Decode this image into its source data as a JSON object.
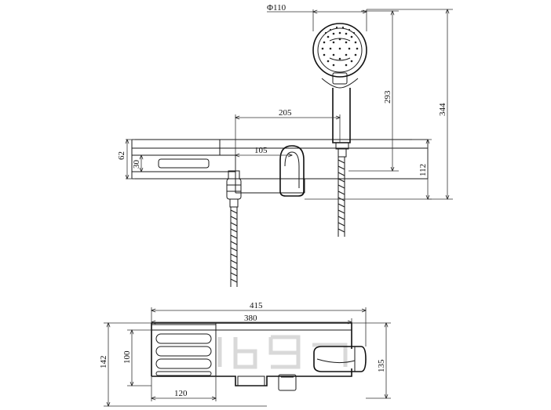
{
  "dimensions": {
    "phi110": "Φ110",
    "d293": "293",
    "d344": "344",
    "d205": "205",
    "d105": "105",
    "d62": "62",
    "d30": "30",
    "d112": "112",
    "d415": "415",
    "d380": "380",
    "d142": "142",
    "d100": "100",
    "d135": "135",
    "d120": "120"
  }
}
